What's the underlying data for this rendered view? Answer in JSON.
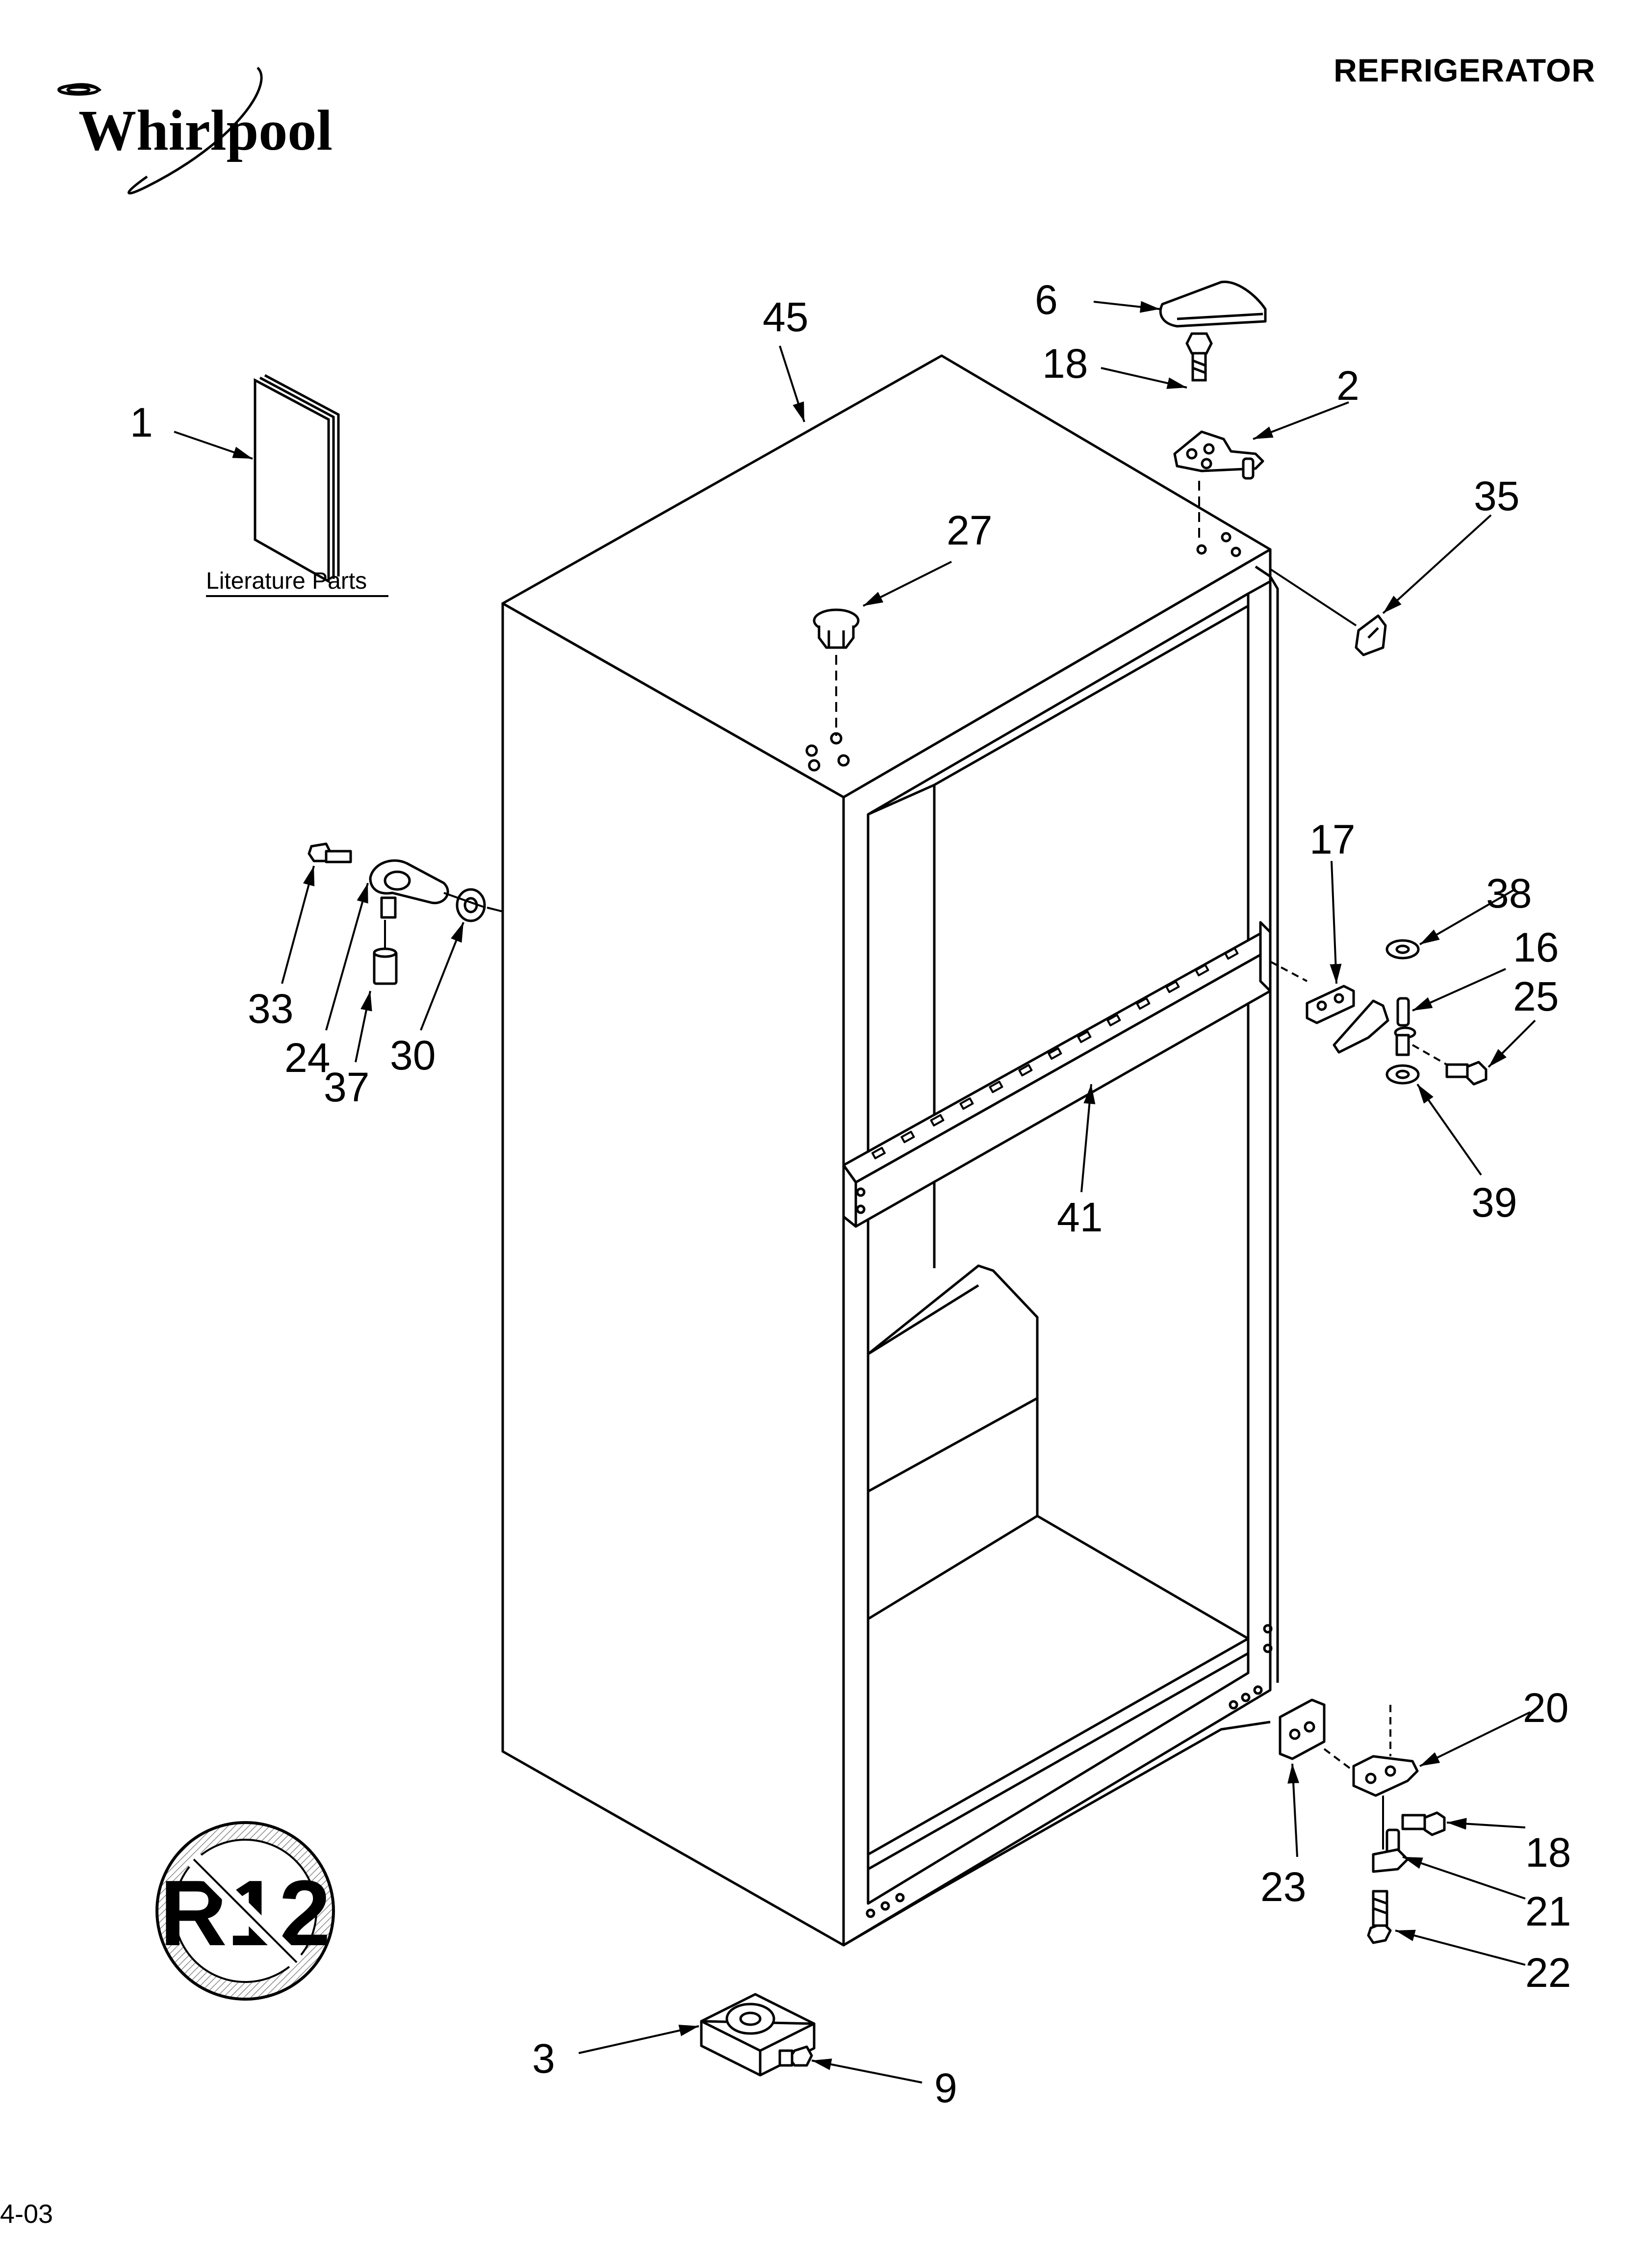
{
  "header": {
    "brand": "Whirlpool",
    "title": "REFRIGERATOR"
  },
  "footer": {
    "code": "4-03"
  },
  "literature": {
    "caption": "Literature Parts"
  },
  "badge": {
    "text": "R12"
  },
  "callouts": [
    "1",
    "45",
    "6",
    "18",
    "2",
    "35",
    "27",
    "17",
    "38",
    "16",
    "25",
    "39",
    "41",
    "33",
    "24",
    "37",
    "30",
    "20",
    "18",
    "21",
    "23",
    "22",
    "3",
    "9"
  ],
  "icons": [
    "whirlpool-logo",
    "no-r12-symbol"
  ]
}
